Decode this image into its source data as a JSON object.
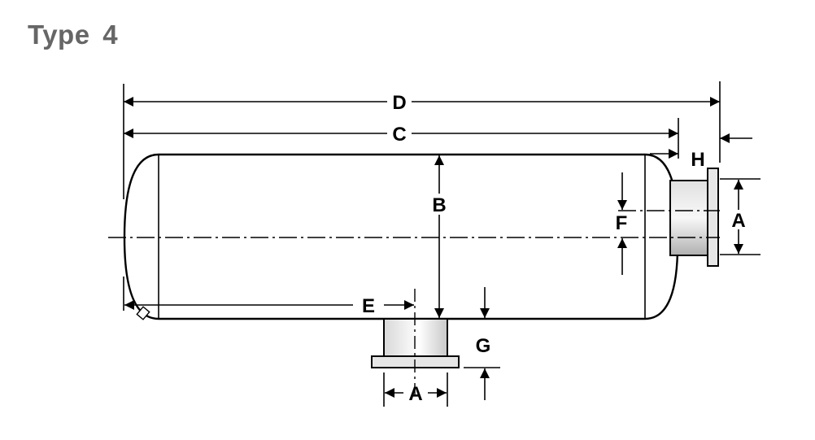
{
  "title": "Type 4",
  "labels": {
    "D": "D",
    "C": "C",
    "H": "H",
    "B": "B",
    "A_side": "A",
    "F": "F",
    "E": "E",
    "G": "G",
    "A_bottom": "A"
  },
  "colors": {
    "line": "#000000",
    "title": "#666666",
    "body_light": "#ffffff",
    "body_dark": "#b8b8b8"
  }
}
